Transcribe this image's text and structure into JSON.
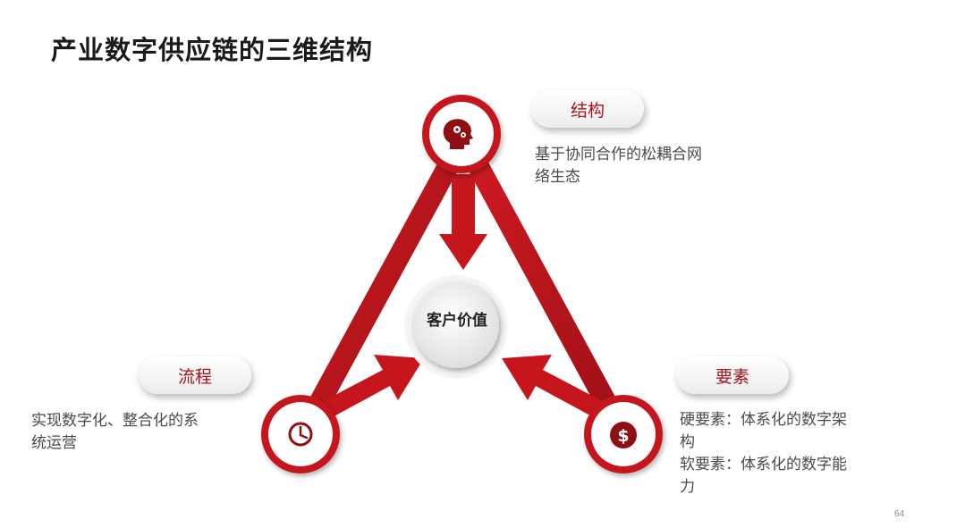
{
  "title": "产业数字供应链的三维结构",
  "center": {
    "label": "客户价值"
  },
  "nodes": {
    "structure": {
      "label": "结构",
      "icon": "brain-gears-icon",
      "desc_lines": [
        "基于协同合作的松耦合网",
        "络生态"
      ]
    },
    "process": {
      "label": "流程",
      "icon": "clock-icon",
      "desc_lines": [
        "实现数字化、整合化的系",
        "统运营"
      ]
    },
    "elements": {
      "label": "要素",
      "icon": "dollar-icon",
      "desc_lines": [
        "硬要素：体系化的数字架",
        "构",
        "软要素：体系化的数字能",
        "力"
      ]
    }
  },
  "page_number": "64",
  "colors": {
    "accent": "#c4161c",
    "dark_accent": "#8e0f14"
  }
}
